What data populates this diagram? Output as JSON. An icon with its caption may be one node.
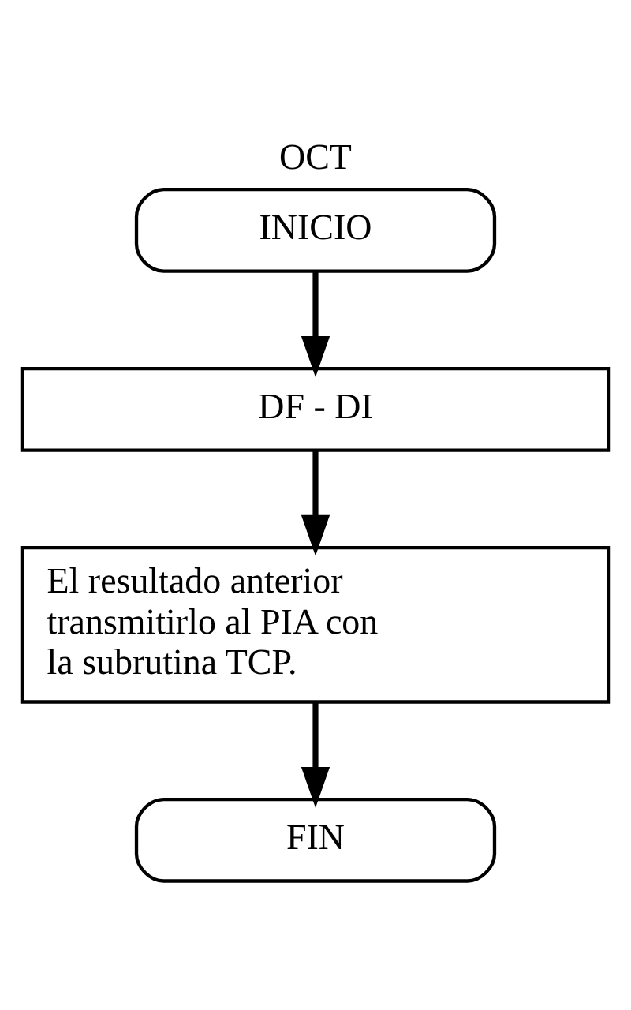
{
  "diagram": {
    "title": "OCT",
    "nodes": [
      {
        "text": [
          "INICIO"
        ]
      },
      {
        "text": [
          "DF - DI"
        ]
      },
      {
        "text": [
          "El resultado anterior transmitirlo al PIA con la subrutina TCP."
        ]
      },
      {
        "text": [
          "FIN"
        ]
      }
    ],
    "edges": [
      {
        "from": 0,
        "to": 1,
        "arrow": "to"
      },
      {
        "from": 1,
        "to": 2,
        "arrow": "to"
      },
      {
        "from": 2,
        "to": 3,
        "arrow": "to"
      }
    ]
  }
}
